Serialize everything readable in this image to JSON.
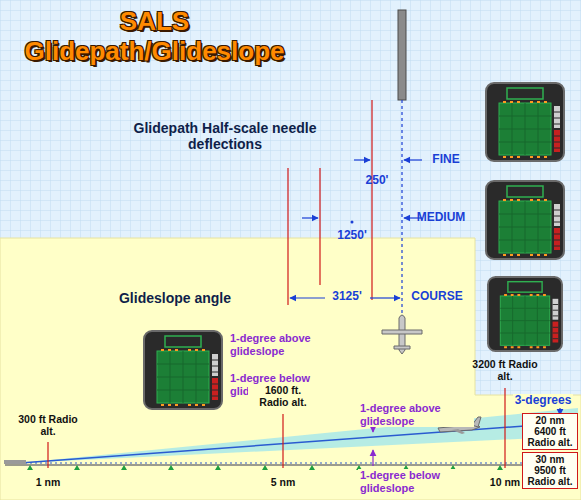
{
  "diagram": {
    "title": "SALS Glidepath/Glideslope",
    "nodes": [
      {
        "text": [
          "20 nm 6400 ft Radio alt."
        ]
      },
      {
        "text": [
          "30 nm 9500 ft Radio alt."
        ]
      }
    ],
    "labels": [
      "Glidepath Half-scale needle deflections",
      "250'",
      "FINE",
      "1250'",
      "MEDIUM",
      "3125'",
      "COURSE",
      "Glideslope angle",
      "1-degree above glideslope",
      "1-degree below glideslope",
      "300 ft Radio alt.",
      "1600 ft. Radio alt.",
      "1-degree above glideslope",
      "1-degree below glideslope",
      "3200 ft Radio alt.",
      "3-degrees",
      "1 nm",
      "5 nm",
      "10 nm"
    ]
  }
}
